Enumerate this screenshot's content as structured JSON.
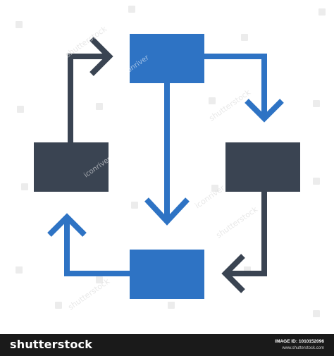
{
  "colors": {
    "blue": "#2e73c4",
    "dark": "#3a4452",
    "footer_background": "#1a1a1a"
  },
  "diagram": {
    "icon_name": "workflow-cycle-icon",
    "boxes": [
      {
        "name": "top-box",
        "color": "blue"
      },
      {
        "name": "right-box",
        "color": "dark"
      },
      {
        "name": "bottom-box",
        "color": "blue"
      },
      {
        "name": "left-box",
        "color": "dark"
      }
    ],
    "arrows": [
      {
        "name": "top-to-right-arrow",
        "color": "blue"
      },
      {
        "name": "right-to-bottom-arrow",
        "color": "dark"
      },
      {
        "name": "bottom-to-left-arrow",
        "color": "blue"
      },
      {
        "name": "left-to-top-arrow",
        "color": "dark"
      },
      {
        "name": "top-down-arrow",
        "color": "blue"
      }
    ]
  },
  "watermark": {
    "author": "iconriver",
    "site": "shutterstock"
  },
  "footer": {
    "brand": "shutterstock",
    "image_id": "IMAGE ID: 1010152096",
    "source": "www.shutterstock.com"
  }
}
